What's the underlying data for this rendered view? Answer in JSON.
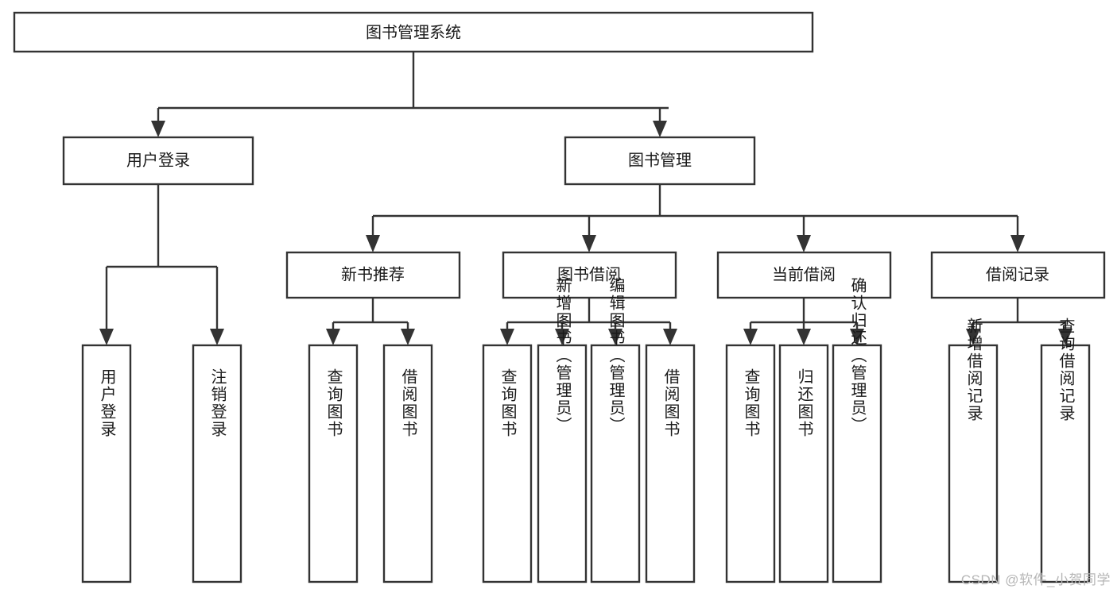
{
  "diagram": {
    "type": "tree-hierarchy",
    "title": "图书管理系统",
    "orientation": "top-down",
    "colors": {
      "box_stroke": "#333333",
      "box_fill": "#ffffff",
      "text": "#1a1a1a",
      "background": "#ffffff",
      "watermark": "#b6b6b6"
    },
    "root": {
      "label": "图书管理系统"
    },
    "level2": [
      {
        "id": "user-login",
        "label": "用户登录"
      },
      {
        "id": "book-manage",
        "label": "图书管理"
      }
    ],
    "level3": [
      {
        "id": "new-book-recommend",
        "label": "新书推荐",
        "parent": "book-manage"
      },
      {
        "id": "book-borrow",
        "label": "图书借阅",
        "parent": "book-manage"
      },
      {
        "id": "current-borrow",
        "label": "当前借阅",
        "parent": "book-manage"
      },
      {
        "id": "borrow-record",
        "label": "借阅记录",
        "parent": "book-manage"
      }
    ],
    "leaves": {
      "user-login": [
        {
          "id": "leaf-user-login",
          "label": "用户登录"
        },
        {
          "id": "leaf-logout-login",
          "label": "注销登录"
        }
      ],
      "new-book-recommend": [
        {
          "id": "leaf-query-book-1",
          "label": "查询图书"
        },
        {
          "id": "leaf-borrow-book-1",
          "label": "借阅图书"
        }
      ],
      "book-borrow": [
        {
          "id": "leaf-query-book-2",
          "label": "查询图书"
        },
        {
          "id": "leaf-add-book",
          "label": "新增图书（管理员）"
        },
        {
          "id": "leaf-edit-book",
          "label": "编辑图书（管理员）"
        },
        {
          "id": "leaf-borrow-book-2",
          "label": "借阅图书"
        }
      ],
      "current-borrow": [
        {
          "id": "leaf-query-book-3",
          "label": "查询图书"
        },
        {
          "id": "leaf-return-book",
          "label": "归还图书"
        },
        {
          "id": "leaf-confirm-return",
          "label": "确认归还（管理员）"
        }
      ],
      "borrow-record": [
        {
          "id": "leaf-add-record",
          "label": "新增借阅记录"
        },
        {
          "id": "leaf-query-record",
          "label": "查询借阅记录"
        }
      ]
    }
  },
  "watermark": {
    "text": "CSDN @软件_小贺同学"
  }
}
